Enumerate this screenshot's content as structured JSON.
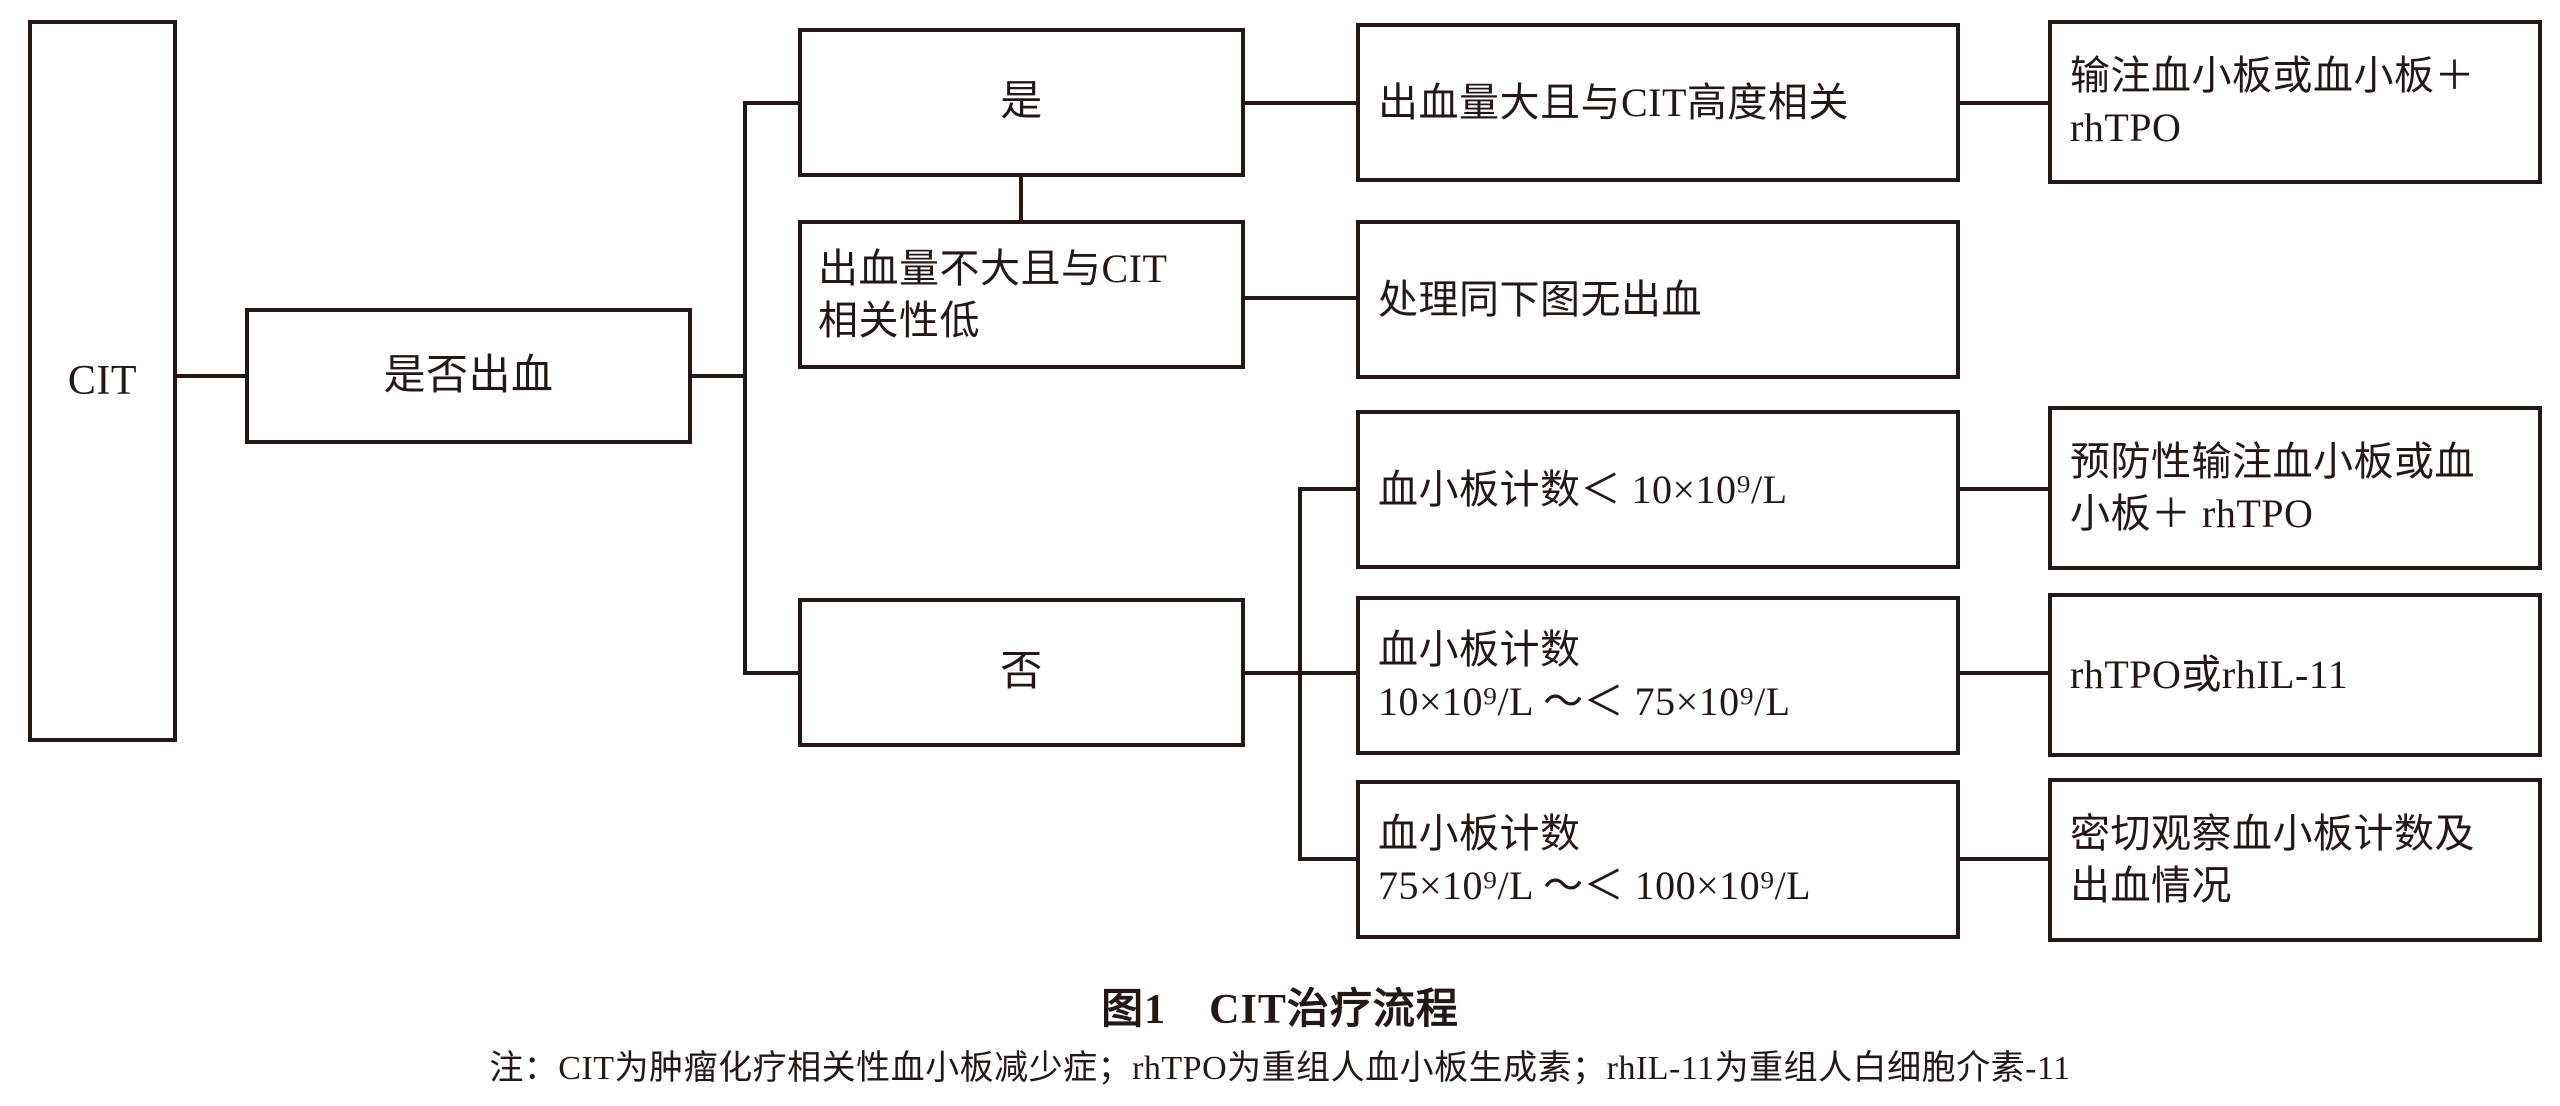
{
  "figure": {
    "caption": "图1　CIT治疗流程",
    "footnote": "注：CIT为肿瘤化疗相关性血小板减少症；rhTPO为重组人血小板生成素；rhIL-11为重组人白细胞介素-11",
    "ink_color": "#231815",
    "background_color": "#ffffff"
  },
  "nodes": {
    "root": {
      "label": "CIT"
    },
    "decision_bleeding": {
      "label": "是否出血"
    },
    "yes": {
      "label": "是"
    },
    "no": {
      "label": "否"
    },
    "bleed_heavy": {
      "label": "出血量大且与CIT高度相关"
    },
    "bleed_light": {
      "label": "出血量不大且与CIT\n相关性低"
    },
    "treat_transfuse": {
      "label": "输注血小板或血小板＋\nrhTPO"
    },
    "treat_same_as_no_bleed": {
      "label": "处理同下图无出血"
    },
    "plt_lt10": {
      "label": "血小板计数＜ 10×10⁹/L"
    },
    "plt_10_75": {
      "label": "血小板计数\n10×10⁹/L ～＜ 75×10⁹/L"
    },
    "plt_75_100": {
      "label": "血小板计数\n75×10⁹/L ～＜ 100×10⁹/L"
    },
    "treat_prophylactic": {
      "label": "预防性输注血小板或血\n小板＋ rhTPO"
    },
    "treat_rhtpo_rhil11": {
      "label": "rhTPO或rhIL-11"
    },
    "treat_observe": {
      "label": "密切观察血小板计数及\n出血情况"
    }
  }
}
